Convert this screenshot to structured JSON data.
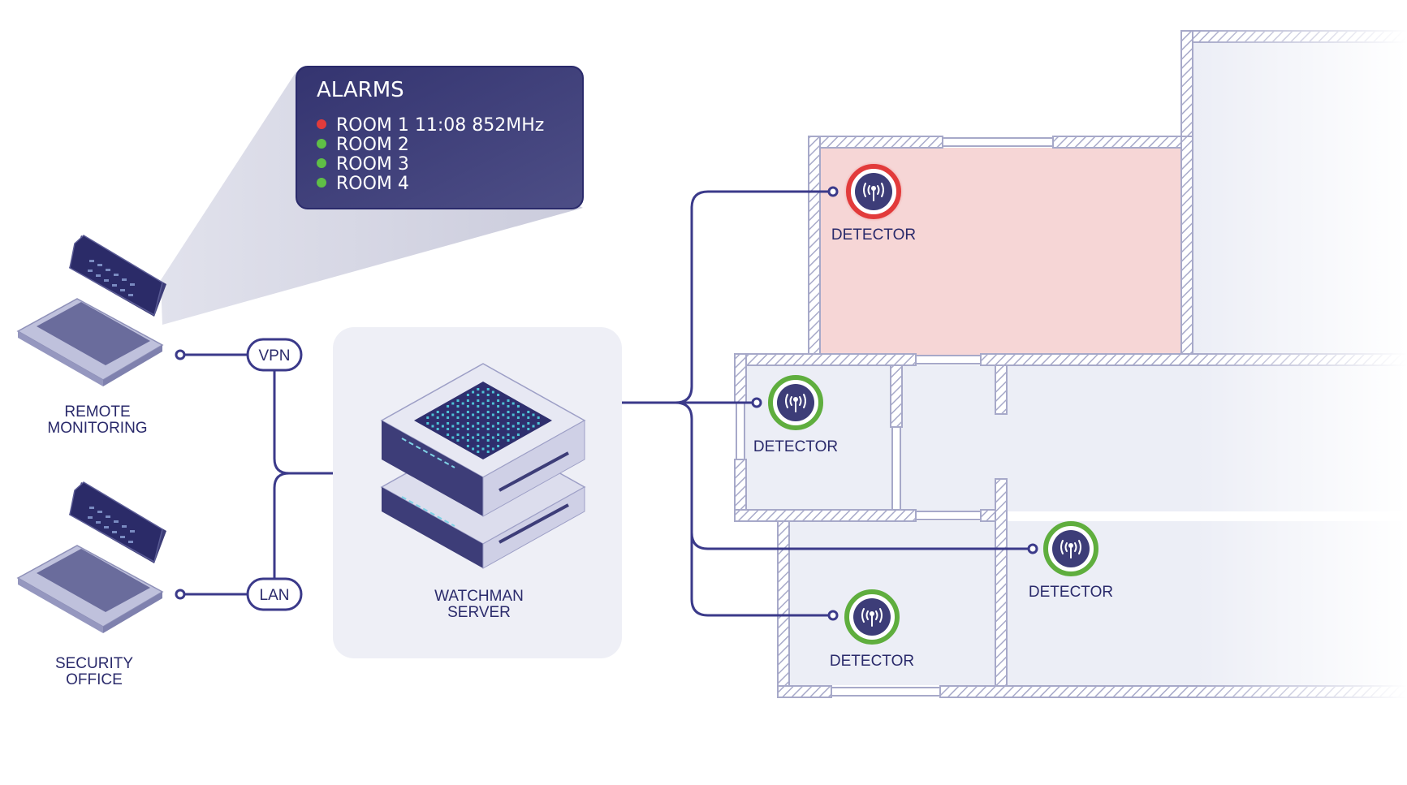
{
  "alarm_panel": {
    "title": "ALARMS",
    "items": [
      {
        "text": "ROOM 1 11:08 852MHz",
        "status": "alarm",
        "color": "#e23b3b"
      },
      {
        "text": "ROOM 2",
        "status": "ok",
        "color": "#5fbf46"
      },
      {
        "text": "ROOM 3",
        "status": "ok",
        "color": "#5fbf46"
      },
      {
        "text": "ROOM 4",
        "status": "ok",
        "color": "#5fbf46"
      }
    ]
  },
  "clients": {
    "remote": {
      "line1": "REMOTE",
      "line2": "MONITORING"
    },
    "security": {
      "line1": "SECURITY",
      "line2": "OFFICE"
    }
  },
  "connections": {
    "vpn": "VPN",
    "lan": "LAN"
  },
  "server": {
    "line1": "WATCHMAN",
    "line2": "SERVER"
  },
  "detectors": [
    {
      "label": "DETECTOR",
      "status": "alarm",
      "ring_color": "#e23b3b"
    },
    {
      "label": "DETECTOR",
      "status": "ok",
      "ring_color": "#5fae3e"
    },
    {
      "label": "DETECTOR",
      "status": "ok",
      "ring_color": "#5fae3e"
    },
    {
      "label": "DETECTOR",
      "status": "ok",
      "ring_color": "#5fae3e"
    }
  ],
  "colors": {
    "navy": "#2a2a6b",
    "line": "#3b3a8a",
    "panel": "#3d3d78",
    "alarm_room": "#f6d6d6",
    "floor": "#eceef6"
  },
  "icons": {
    "detector": "antenna-icon",
    "laptop": "laptop-icon",
    "server": "server-icon"
  }
}
